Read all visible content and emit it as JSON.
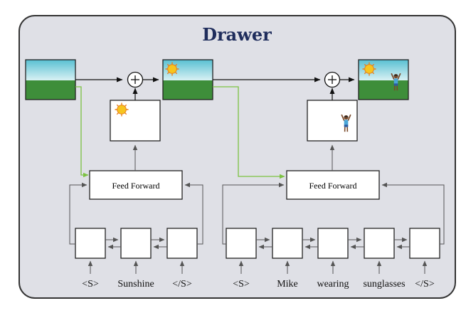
{
  "title": "Drawer",
  "feed_forward_label": "Feed Forward",
  "sentence_1_tokens": [
    "<S>",
    "Sunshine",
    "</S>"
  ],
  "sentence_2_tokens": [
    "<S>",
    "Mike",
    "wearing",
    "sunglasses",
    "</S>"
  ],
  "colors": {
    "panel_bg": "#dfe0e6",
    "panel_border": "#333333",
    "title": "#1f2d5c",
    "green_arrow": "#7cc242",
    "arrow": "#555555",
    "sky_top": "#58c0d2",
    "grass": "#3e8e3a",
    "sun": "#f7c51e"
  },
  "icons": [
    "plus-circle-icon",
    "sun-icon",
    "person-icon"
  ]
}
